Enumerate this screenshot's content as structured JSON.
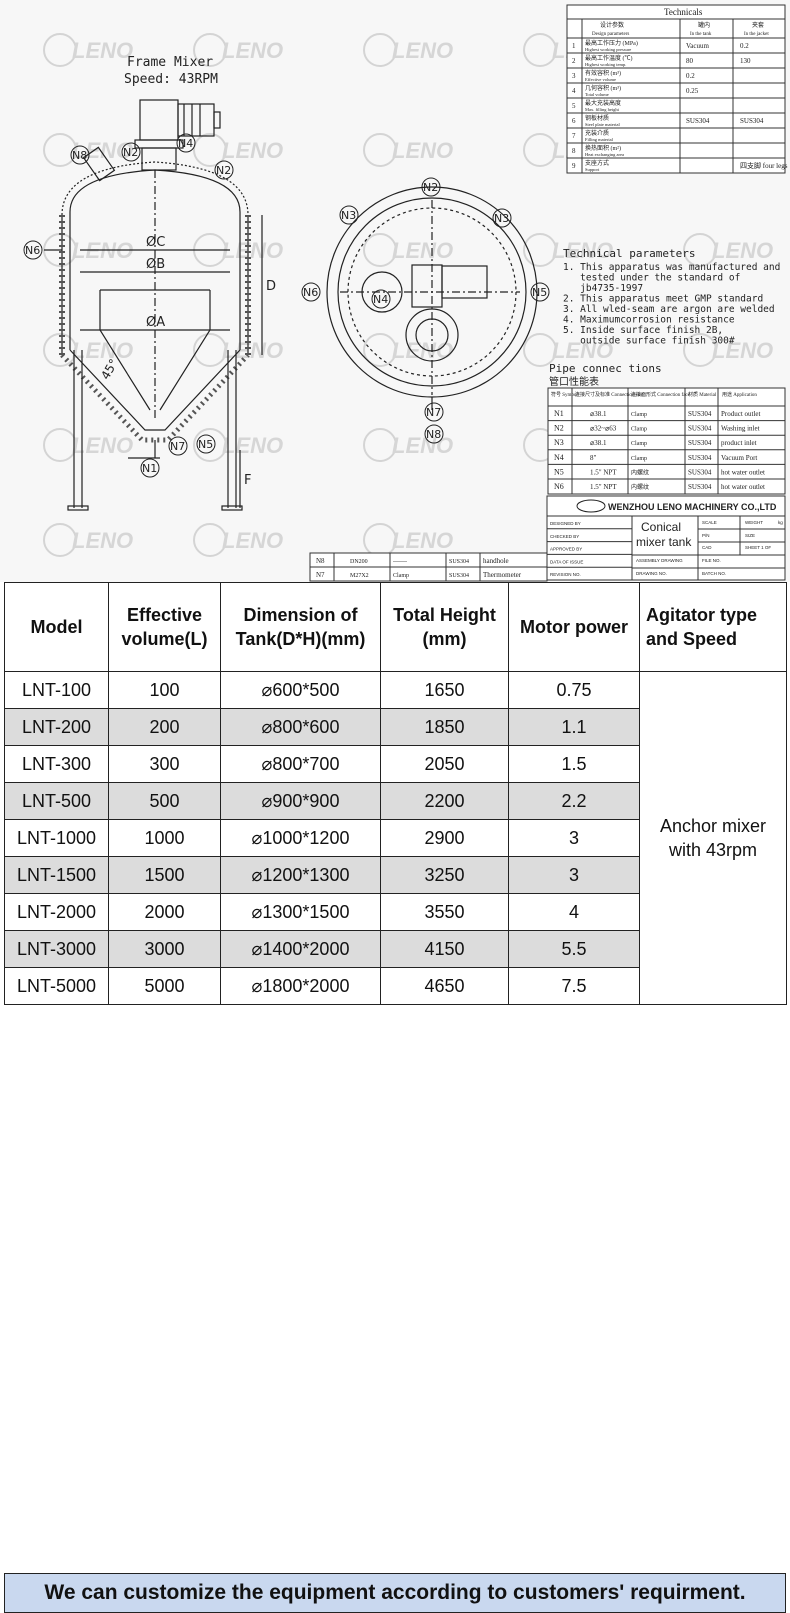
{
  "watermark": "LENO",
  "drawing": {
    "frame_mixer_title": "Frame Mixer",
    "frame_mixer_speed": "Speed: 43RPM",
    "dim_labels": {
      "phi_c": "ØC",
      "phi_b": "ØB",
      "phi_a": "ØA",
      "d": "D",
      "f": "F",
      "angle": "45°"
    },
    "nozzles": {
      "n1": "N1",
      "n2": "N2",
      "n3": "N3",
      "n4": "N4",
      "n5": "N5",
      "n6": "N6",
      "n7": "N7",
      "n8": "N8"
    },
    "technicals": {
      "title": "Technicals",
      "col_design_cn": "设计参数",
      "col_design_en": "Design parameters",
      "col_tank_cn": "罐内",
      "col_tank_en": "In the tank",
      "col_jacket_cn": "夹套",
      "col_jacket_en": "In the jacket",
      "rows": [
        {
          "no": "1",
          "cn": "最高工作压力 (MPa)",
          "en": "Highest working pressure",
          "tank": "Vacuum",
          "jacket": "0.2"
        },
        {
          "no": "2",
          "cn": "最高工作温度 (℃)",
          "en": "Highest working temp.",
          "tank": "80",
          "jacket": "130"
        },
        {
          "no": "3",
          "cn": "有效容积 (m³)",
          "en": "Effective volume",
          "tank": "0.2",
          "jacket": ""
        },
        {
          "no": "4",
          "cn": "几何容积 (m³)",
          "en": "Total volume",
          "tank": "0.25",
          "jacket": ""
        },
        {
          "no": "5",
          "cn": "最大充装高度",
          "en": "Max. filling height",
          "tank": "",
          "jacket": ""
        },
        {
          "no": "6",
          "cn": "钢板材质",
          "en": "Steel plate material",
          "tank": "SUS304",
          "jacket": "SUS304"
        },
        {
          "no": "7",
          "cn": "充装介质",
          "en": "Filling material",
          "tank": "",
          "jacket": ""
        },
        {
          "no": "8",
          "cn": "换热面积 (m²)",
          "en": "Heat exchanging area",
          "tank": "",
          "jacket": ""
        },
        {
          "no": "9",
          "cn": "支座方式",
          "en": "Support",
          "tank": "",
          "jacket": "四支脚 four legs"
        }
      ]
    },
    "tech_params": {
      "title": "Technical parameters",
      "lines": [
        "1. This apparatus was manufactured and",
        "   tested under the standard of",
        "   jb4735-1997",
        "2. This apparatus meet GMP standard",
        "3. All wled-seam are argon are welded",
        "4. Maximumcorrosion resistance",
        "5. Inside surface finish 2B,",
        "   outside surface finish 300#"
      ]
    },
    "pipe": {
      "title_en": "Pipe connec tions",
      "title_cn": "管口性能表",
      "headers": {
        "symbol": "符号 Symbol",
        "size": "连接尺寸及标准 Connection size",
        "face": "连接面形式 Connection face",
        "material": "材质 Material",
        "application": "用途 Application"
      },
      "rows": [
        {
          "symbol": "N1",
          "size": "⌀38.1",
          "face": "Clamp",
          "material": "SUS304",
          "application": "Product outlet"
        },
        {
          "symbol": "N2",
          "size": "⌀32~⌀63",
          "face": "Clamp",
          "material": "SUS304",
          "application": "Washing inlet"
        },
        {
          "symbol": "N3",
          "size": "⌀38.1",
          "face": "Clamp",
          "material": "SUS304",
          "application": "product inlet"
        },
        {
          "symbol": "N4",
          "size": "8\"",
          "face": "Clamp",
          "material": "SUS304",
          "application": "Vacuum Port"
        },
        {
          "symbol": "N5",
          "size": "1.5\" NPT",
          "face": "内螺纹",
          "material": "SUS304",
          "application": "hot water outlet"
        },
        {
          "symbol": "N6",
          "size": "1.5\" NPT",
          "face": "内螺纹",
          "material": "SUS304",
          "application": "hot water outlet"
        }
      ],
      "extra_rows": [
        {
          "symbol": "N8",
          "size": "DN200",
          "face": "-------",
          "material": "SUS304",
          "application": "handhole"
        },
        {
          "symbol": "N7",
          "size": "M27X2",
          "face": "Clamp",
          "material": "SUS304",
          "application": "Thermometer"
        }
      ]
    },
    "title_block": {
      "company": "WENZHOU LENO MACHINERY CO.,LTD",
      "drawing_name_1": "Conical",
      "drawing_name_2": "mixer tank",
      "labels": [
        "DESIGNED BY",
        "CHECKED BY",
        "APPROVED BY",
        "DATA OF ISSUE",
        "REVISION NO."
      ],
      "right_labels": [
        "SCALE",
        "WEIGHT",
        "kg",
        "P/N",
        "SIZE",
        "CAD",
        "SHEET 1 OF",
        "ASSEMBLY DRAWING",
        "FILE NO.",
        "DRAWING NO.",
        "BATCH NO."
      ]
    }
  },
  "spec_table": {
    "headers": [
      "Model",
      "Effective volume(L)",
      "Dimension of Tank(D*H)(mm)",
      "Total Height (mm)",
      "Motor power",
      "Agitator type and Speed"
    ],
    "rows": [
      [
        "LNT-100",
        "100",
        "⌀600*500",
        "1650",
        "0.75"
      ],
      [
        "LNT-200",
        "200",
        "⌀800*600",
        "1850",
        "1.1"
      ],
      [
        "LNT-300",
        "300",
        "⌀800*700",
        "2050",
        "1.5"
      ],
      [
        "LNT-500",
        "500",
        "⌀900*900",
        "2200",
        "2.2"
      ],
      [
        "LNT-1000",
        "1000",
        "⌀1000*1200",
        "2900",
        "3"
      ],
      [
        "LNT-1500",
        "1500",
        "⌀1200*1300",
        "3250",
        "3"
      ],
      [
        "LNT-2000",
        "2000",
        "⌀1300*1500",
        "3550",
        "4"
      ],
      [
        "LNT-3000",
        "3000",
        "⌀1400*2000",
        "4150",
        "5.5"
      ],
      [
        "LNT-5000",
        "5000",
        "⌀1800*2000",
        "4650",
        "7.5"
      ]
    ],
    "agitator_line1": "Anchor mixer",
    "agitator_line2": "with 43rpm"
  },
  "footer": "We can customize the equipment according to customers' requirment."
}
